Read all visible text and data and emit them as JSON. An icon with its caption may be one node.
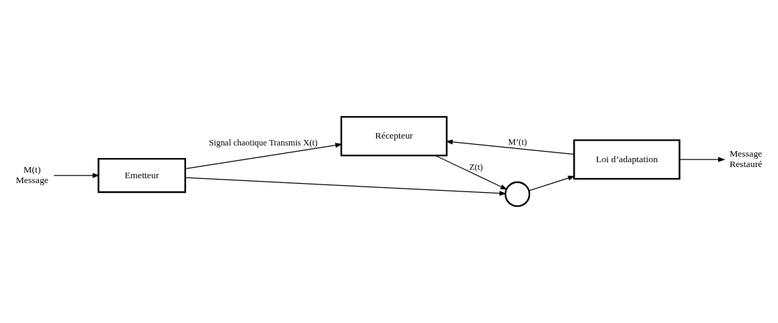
{
  "diagram": {
    "nodes": [
      {
        "text": [
          "Emetteur"
        ]
      },
      {
        "text": [
          "Récepteur"
        ]
      },
      {
        "text": [],
        "shape": "circle"
      },
      {
        "text": [
          "Loi d’adaptation"
        ]
      },
      {
        "text": [
          "M(t) Message"
        ]
      },
      {
        "text": [
          "Message Restauré"
        ]
      }
    ],
    "edges": [
      {
        "from": 4,
        "to": 0,
        "arrow": "to"
      },
      {
        "from": 0,
        "to": 1,
        "arrow": "to",
        "label": "Signal chaotique Transmis X(t)"
      },
      {
        "from": 0,
        "to": 2,
        "arrow": "to"
      },
      {
        "from": 1,
        "to": 2,
        "arrow": "to",
        "label": "Z(t)"
      },
      {
        "from": 2,
        "to": 3,
        "arrow": "to"
      },
      {
        "from": 3,
        "to": 5,
        "arrow": "to"
      },
      {
        "from": 3,
        "to": 1,
        "arrow": "to",
        "label": "M’(t)"
      }
    ]
  }
}
